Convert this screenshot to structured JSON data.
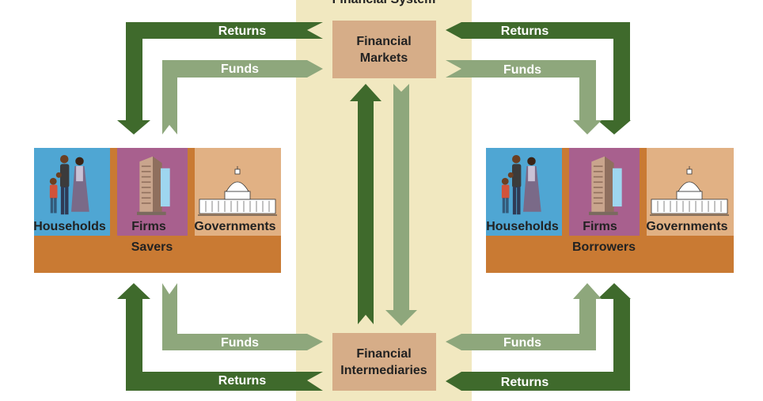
{
  "title": "Financial System",
  "center_boxes": {
    "markets": [
      "Financial",
      "Markets"
    ],
    "intermediaries": [
      "Financial",
      "Intermediaries"
    ]
  },
  "left_group": {
    "label": "Savers",
    "sectors": [
      "Households",
      "Firms",
      "Governments"
    ]
  },
  "right_group": {
    "label": "Borrowers",
    "sectors": [
      "Households",
      "Firms",
      "Governments"
    ]
  },
  "flows": {
    "returns": "Returns",
    "funds": "Funds"
  },
  "colors": {
    "returns_arrow": "#3f6a2c",
    "funds_arrow": "#8ea77c",
    "system_band": "#f1e8c0",
    "box_fill": "#d6ad88",
    "group_base": "#c97a33",
    "households_bg": "#4fa6d3",
    "firms_bg": "#a8608e",
    "governments_bg": "#e1b184"
  },
  "icons": {
    "households": "family-icon",
    "firms": "office-building-icon",
    "governments": "capitol-building-icon"
  }
}
